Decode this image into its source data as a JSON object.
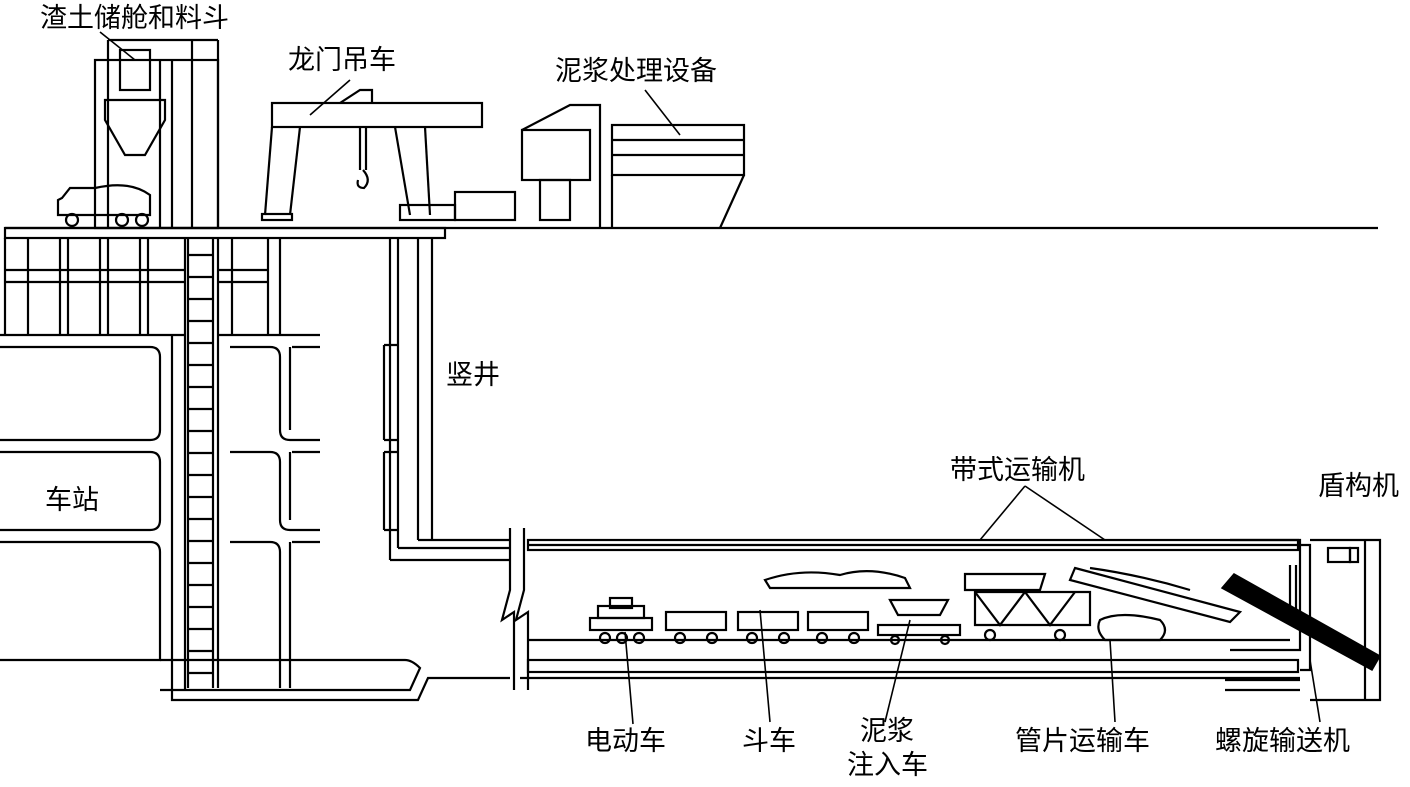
{
  "labels": {
    "muck_bin": "渣土储舱和料斗",
    "gantry_crane": "龙门吊车",
    "slurry_equipment": "泥浆处理设备",
    "shaft": "竖井",
    "station": "车站",
    "belt_conveyor": "带式运输机",
    "shield_machine": "盾构机",
    "electric_loco": "电动车",
    "muck_car": "斗车",
    "slurry_car_line1": "泥浆",
    "slurry_car_line2": "注入车",
    "segment_car": "管片运输车",
    "screw_conveyor": "螺旋输送机"
  }
}
